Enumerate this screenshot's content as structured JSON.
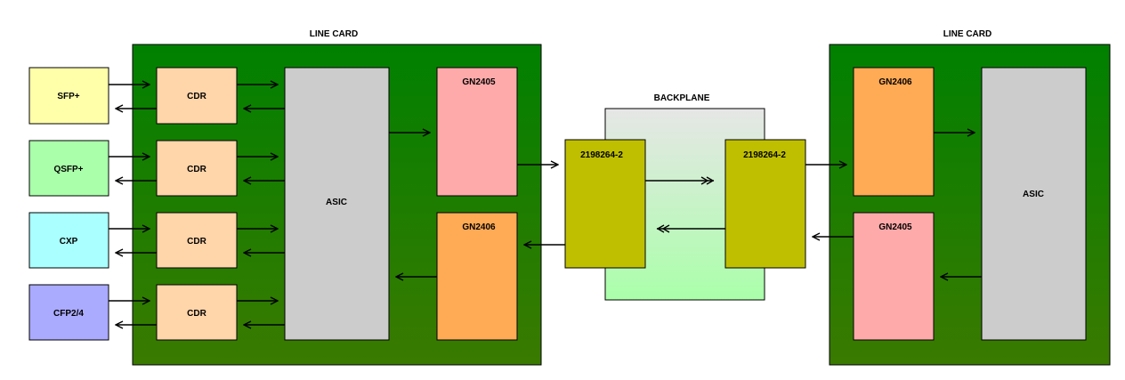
{
  "left_card": {
    "title": "LINE CARD",
    "ports": [
      "SFP+",
      "QSFP+",
      "CXP",
      "CFP2/4"
    ],
    "cdr_label": "CDR",
    "asic_label": "ASIC",
    "top_chip": "GN2405",
    "bottom_chip": "GN2406"
  },
  "backplane": {
    "title": "BACKPLANE",
    "left_connector": "2198264-2",
    "right_connector": "2198264-2"
  },
  "right_card": {
    "title": "LINE CARD",
    "top_chip": "GN2406",
    "bottom_chip": "GN2405",
    "asic_label": "ASIC"
  },
  "colors": {
    "card_green_top": "#008000",
    "card_green_bottom": "#3a7a00",
    "sfp": "#ffffaa",
    "qsfp": "#aaffaa",
    "cxp": "#aaffff",
    "cfp": "#aaaaff",
    "cdr": "#ffd5aa",
    "asic": "#cccccc",
    "gn2405": "#ffaaaa",
    "gn2406": "#ffaa55",
    "connector": "#bfbf00"
  }
}
